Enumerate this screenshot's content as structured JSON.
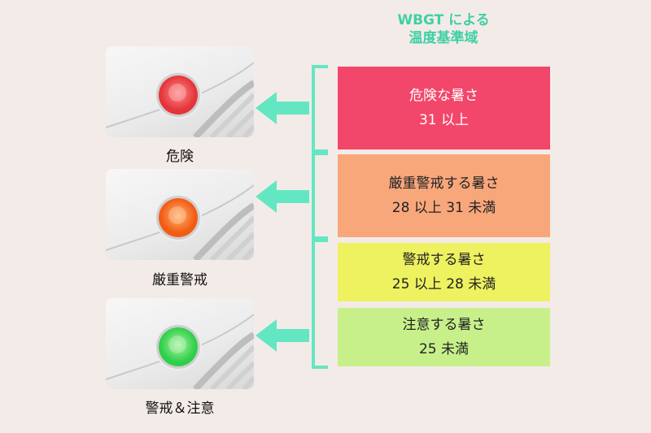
{
  "header": {
    "line1": "WBGT による",
    "line2": "温度基準域"
  },
  "devices": [
    {
      "label": "危険",
      "led_color": "#e5343a",
      "led_core": "#ff8b8b"
    },
    {
      "label": "厳重警戒",
      "led_color": "#f25b14",
      "led_core": "#ffb36a"
    },
    {
      "label": "警戒＆注意",
      "led_color": "#2fcf4a",
      "led_core": "#a8f59e"
    }
  ],
  "levels": [
    {
      "line1": "危険な暑さ",
      "line2": "31 以上",
      "color": "#f3466b"
    },
    {
      "line1": "厳重警戒する暑さ",
      "line2": "28 以上 31 未満",
      "color": "#f8a77b"
    },
    {
      "line1": "警戒する暑さ",
      "line2": "25 以上 28 未満",
      "color": "#eef160"
    },
    {
      "line1": "注意する暑さ",
      "line2": "25 未満",
      "color": "#c7f08b"
    }
  ],
  "accent_color": "#63e7c2"
}
